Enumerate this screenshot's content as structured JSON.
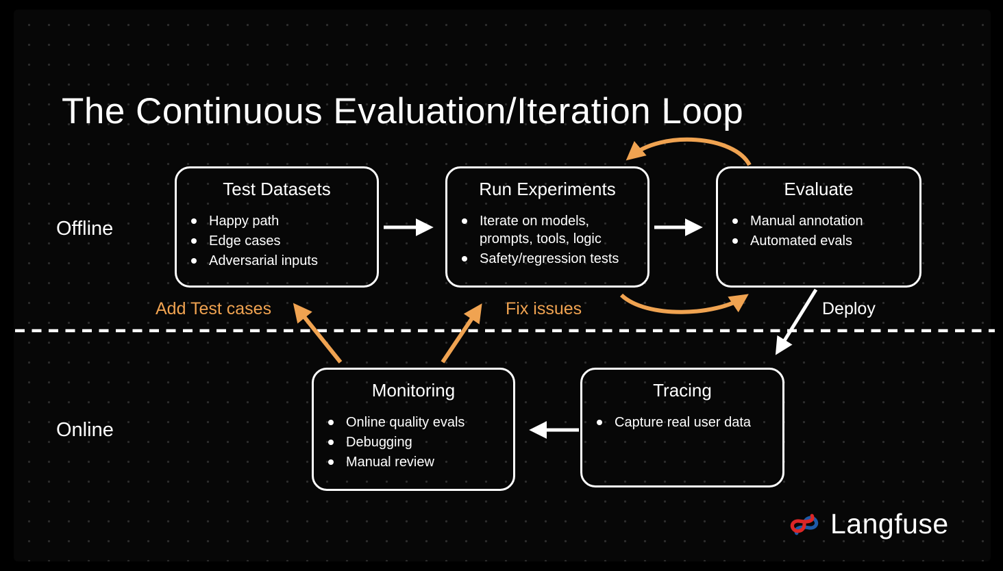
{
  "title": "The Continuous Evaluation/Iteration Loop",
  "sections": {
    "offline_label": "Offline",
    "online_label": "Online"
  },
  "boxes": [
    {
      "id": "test-datasets",
      "title": "Test Datasets",
      "bullets": [
        "Happy path",
        "Edge cases",
        "Adversarial inputs"
      ]
    },
    {
      "id": "run-experiments",
      "title": "Run Experiments",
      "bullets": [
        "Iterate on models, prompts, tools, logic",
        "Safety/regression tests"
      ]
    },
    {
      "id": "evaluate",
      "title": "Evaluate",
      "bullets": [
        "Manual annotation",
        "Automated evals"
      ]
    },
    {
      "id": "monitoring",
      "title": "Monitoring",
      "bullets": [
        "Online quality evals",
        "Debugging",
        "Manual review"
      ]
    },
    {
      "id": "tracing",
      "title": "Tracing",
      "bullets": [
        "Capture real user data"
      ]
    }
  ],
  "edge_labels": {
    "add_test_cases": "Add Test cases",
    "fix_issues": "Fix issues",
    "deploy": "Deploy"
  },
  "logo": {
    "text": "Langfuse",
    "icon": "langfuse-knot-icon"
  },
  "colors": {
    "accent_orange": "#F0A351",
    "box_border": "#FFFFFF",
    "background": "#070707",
    "logo_red": "#DC2626",
    "logo_blue": "#1E5AA8"
  }
}
